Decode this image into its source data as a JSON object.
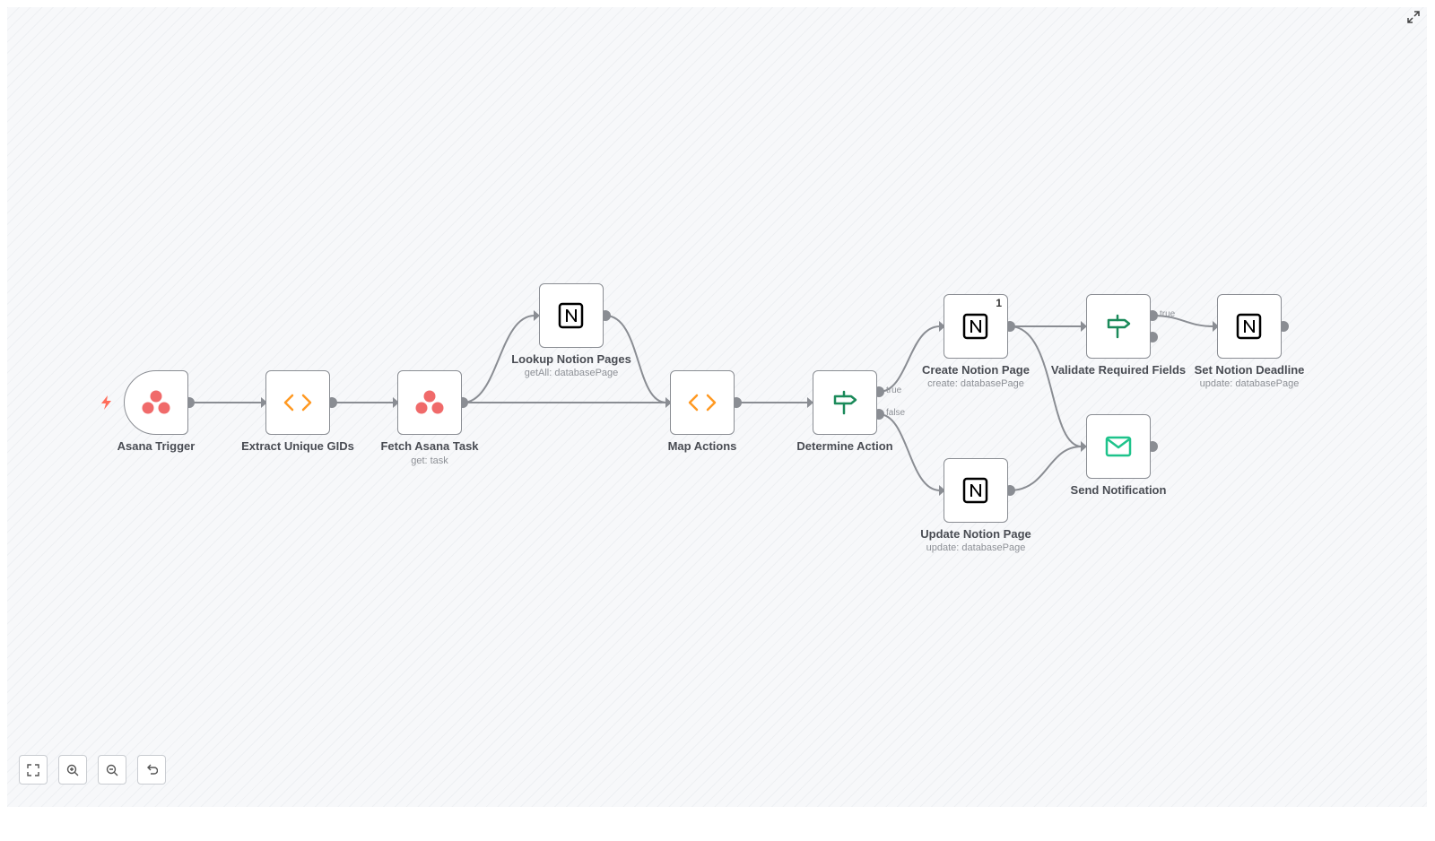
{
  "nodes": {
    "asana_trigger": {
      "title": "Asana Trigger",
      "icon": "asana-icon"
    },
    "extract_gids": {
      "title": "Extract Unique GIDs",
      "icon": "code-icon"
    },
    "fetch_task": {
      "title": "Fetch Asana Task",
      "subtitle": "get: task",
      "icon": "asana-icon"
    },
    "lookup_pages": {
      "title": "Lookup Notion Pages",
      "subtitle": "getAll: databasePage",
      "icon": "notion-icon"
    },
    "map_actions": {
      "title": "Map Actions",
      "icon": "code-icon"
    },
    "determine_action": {
      "title": "Determine Action",
      "icon": "signpost-icon",
      "out_true": "true",
      "out_false": "false"
    },
    "create_page": {
      "title": "Create Notion Page",
      "subtitle": "create: databasePage",
      "icon": "notion-icon",
      "badge": "1"
    },
    "update_page": {
      "title": "Update Notion Page",
      "subtitle": "update: databasePage",
      "icon": "notion-icon"
    },
    "validate_fields": {
      "title": "Validate Required Fields",
      "icon": "signpost-icon",
      "out_true": "true"
    },
    "set_deadline": {
      "title": "Set Notion Deadline",
      "subtitle": "update: databasePage",
      "icon": "notion-icon"
    },
    "send_notification": {
      "title": "Send Notification",
      "icon": "email-icon"
    }
  },
  "controls": {
    "zoom_to_fit": "zoom-to-fit-icon",
    "zoom_in": "zoom-in-icon",
    "zoom_out": "zoom-out-icon",
    "reset": "undo-icon",
    "fullscreen": "expand-icon"
  },
  "colors": {
    "asana": "#f06a6a",
    "code": "#ff9922",
    "router": "#1b8a5a",
    "email": "#1ec38b",
    "edge": "#8a8d93",
    "trigger_bolt": "#ff6d5a"
  }
}
